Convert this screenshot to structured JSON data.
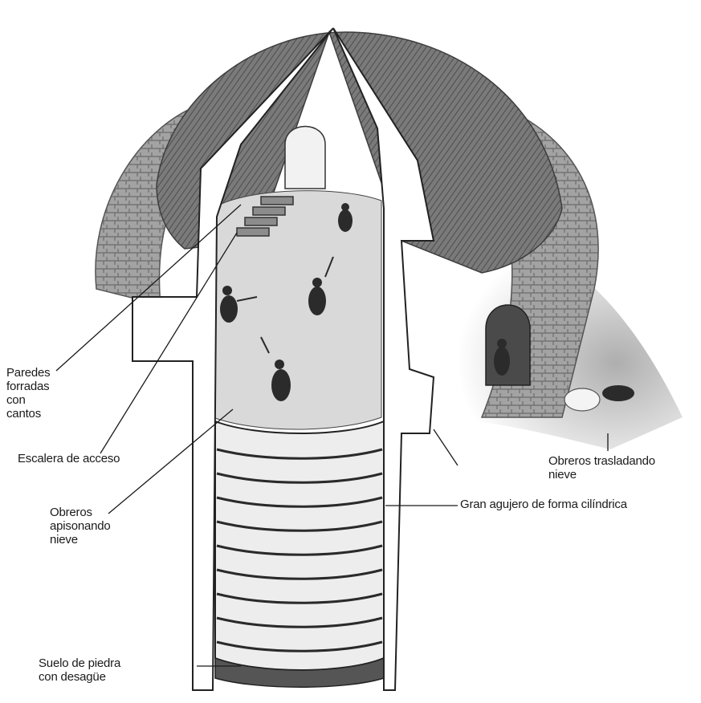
{
  "labels": {
    "walls": {
      "line1": "Paredes",
      "line2": "forradas",
      "line3": "con",
      "line4": "cantos"
    },
    "stairs": "Escalera de acceso",
    "workers_tamping": {
      "line1": "Obreros",
      "line2": "apisonando",
      "line3": "nieve"
    },
    "workers_moving": {
      "line1": "Obreros trasladando",
      "line2": "nieve"
    },
    "hole": "Gran agujero de forma cilíndrica",
    "floor": {
      "line1": "Suelo de piedra",
      "line2": "con desagüe"
    }
  },
  "colors": {
    "ink": "#1a1a1a",
    "dome": "#6f6f6f",
    "stone": "#9a9a9a",
    "snow": "#e9e9e9",
    "ground": "#cfcfcf"
  }
}
